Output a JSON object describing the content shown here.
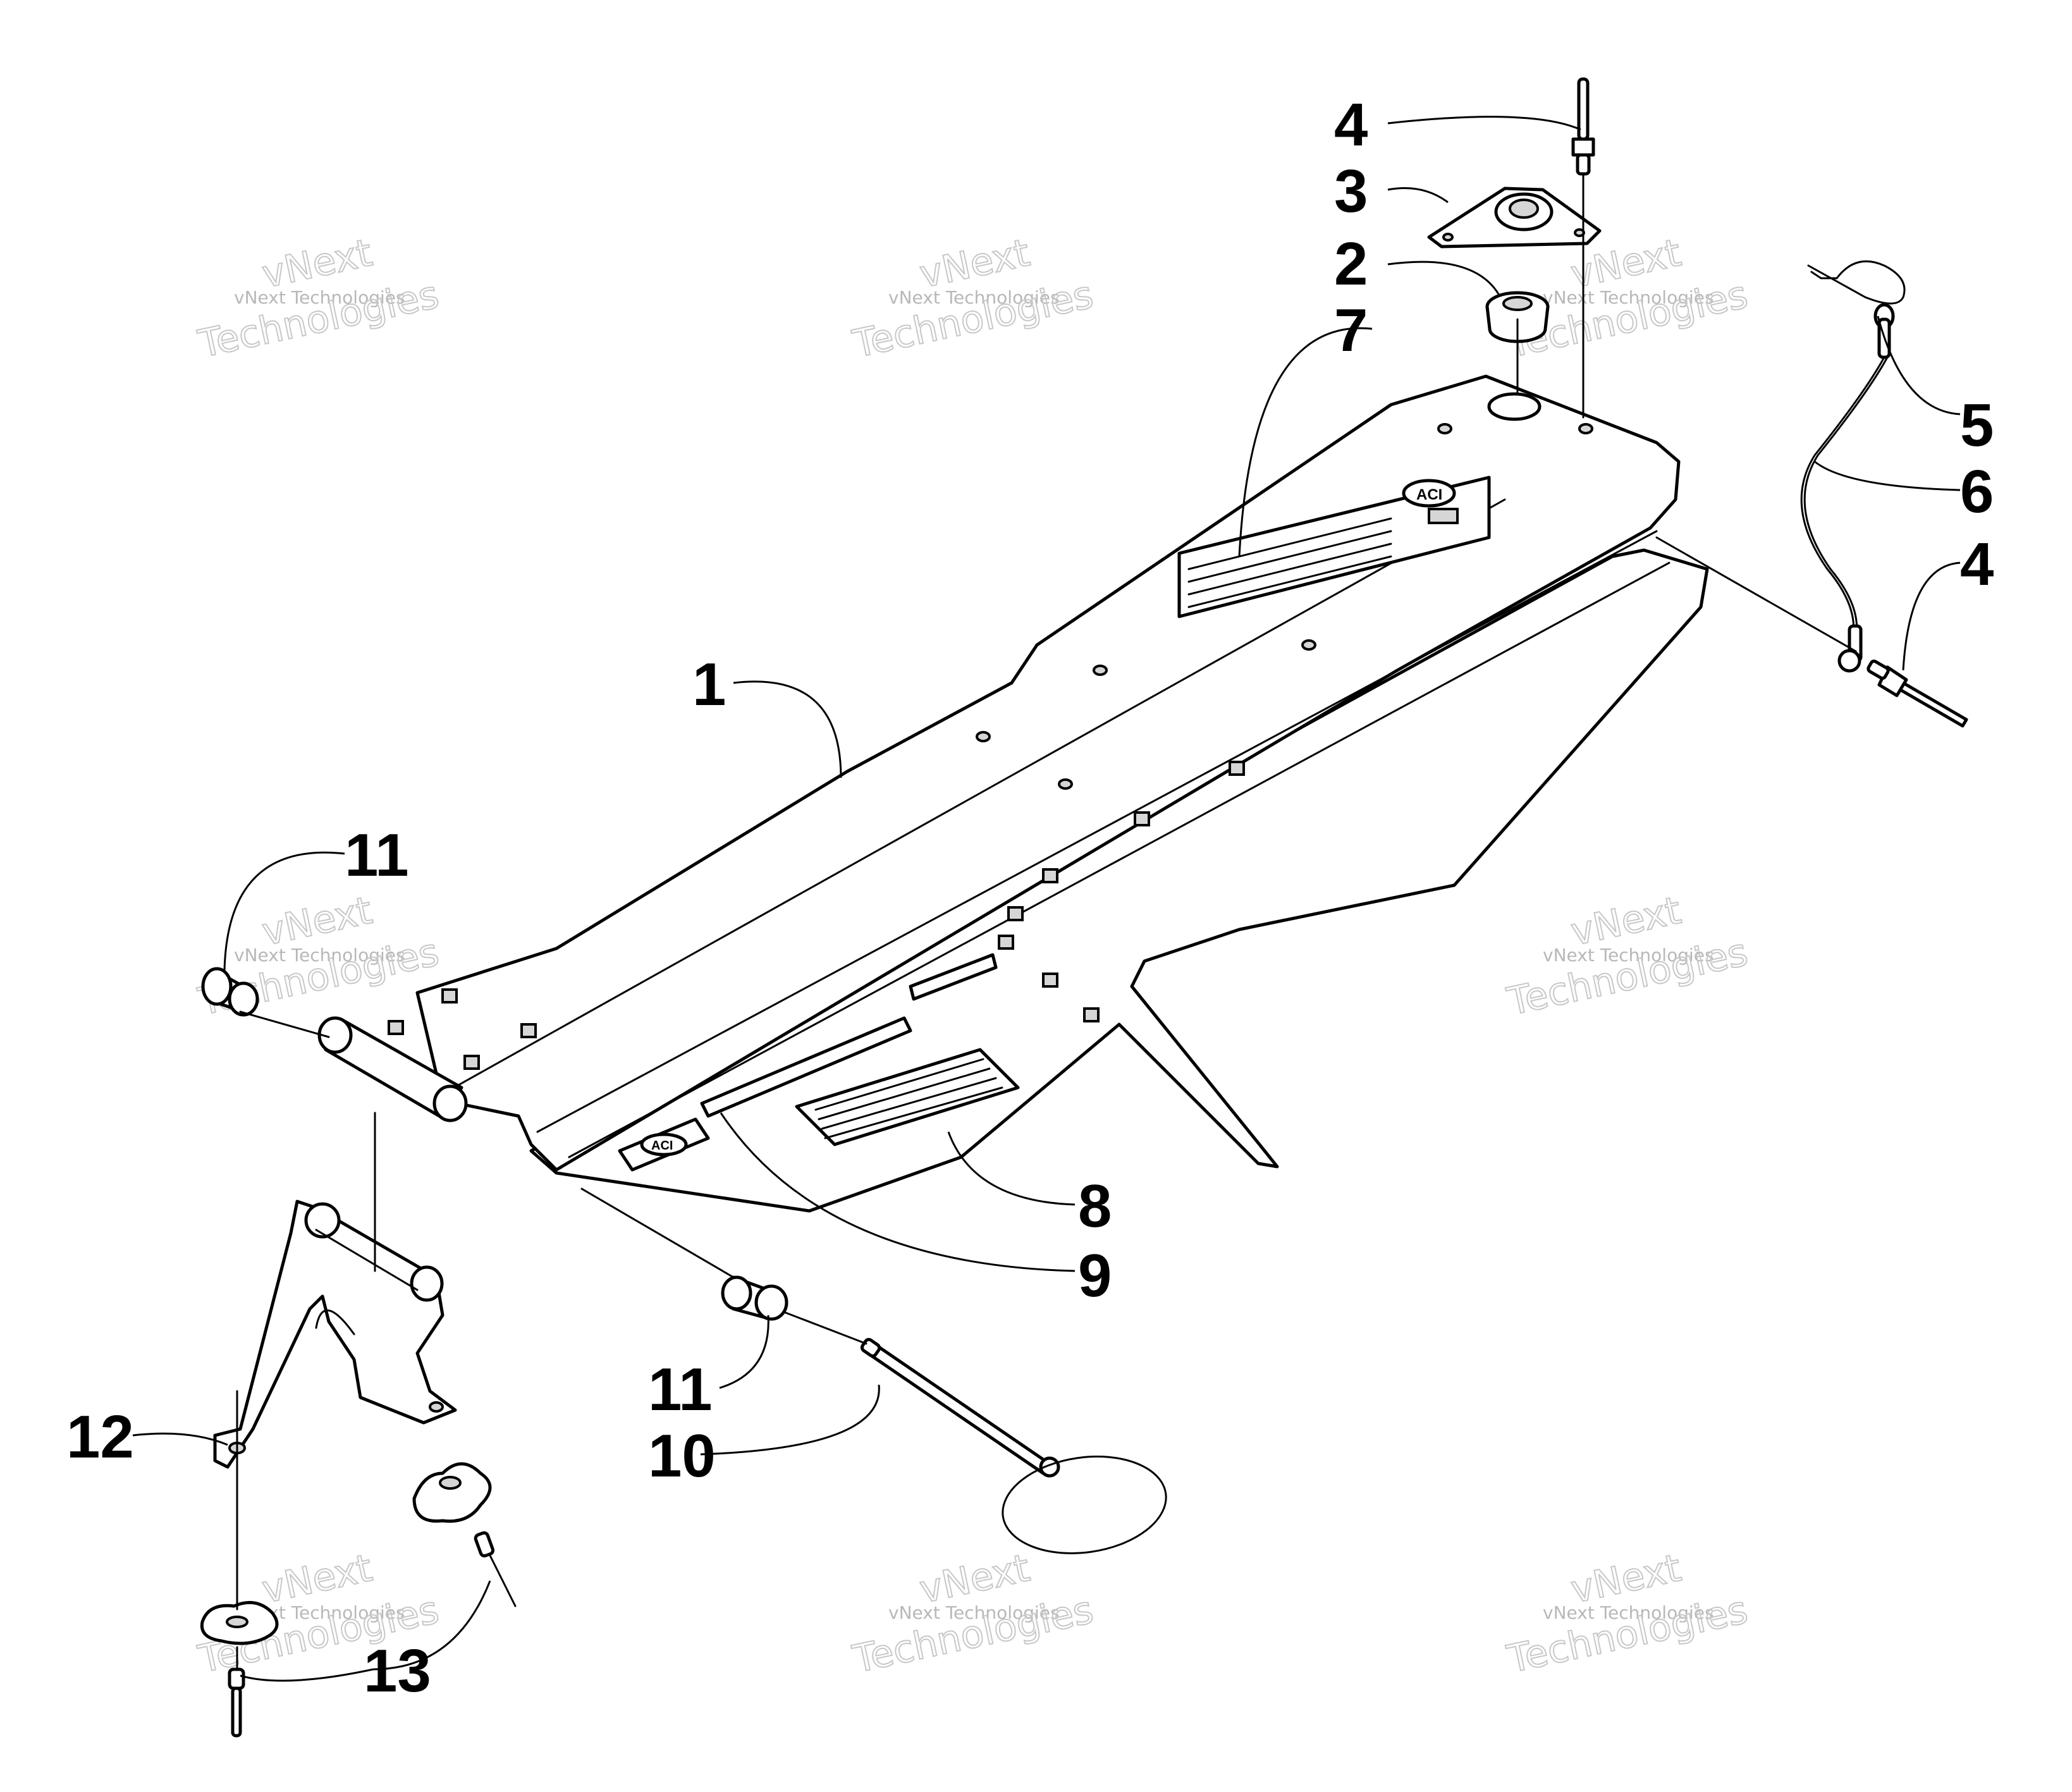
{
  "watermark": {
    "line1": "vNext",
    "line2": "vNext Technologies",
    "line3": "Technologies"
  },
  "callouts": [
    {
      "id": "c1",
      "label": "1"
    },
    {
      "id": "c2",
      "label": "2"
    },
    {
      "id": "c3",
      "label": "3"
    },
    {
      "id": "c4a",
      "label": "4"
    },
    {
      "id": "c4b",
      "label": "4"
    },
    {
      "id": "c5",
      "label": "5"
    },
    {
      "id": "c6",
      "label": "6"
    },
    {
      "id": "c7",
      "label": "7"
    },
    {
      "id": "c8",
      "label": "8"
    },
    {
      "id": "c9",
      "label": "9"
    },
    {
      "id": "c10",
      "label": "10"
    },
    {
      "id": "c11a",
      "label": "11"
    },
    {
      "id": "c11b",
      "label": "11"
    },
    {
      "id": "c12",
      "label": "12"
    },
    {
      "id": "c13",
      "label": "13"
    }
  ],
  "decal": {
    "logo_text": "ACI"
  }
}
